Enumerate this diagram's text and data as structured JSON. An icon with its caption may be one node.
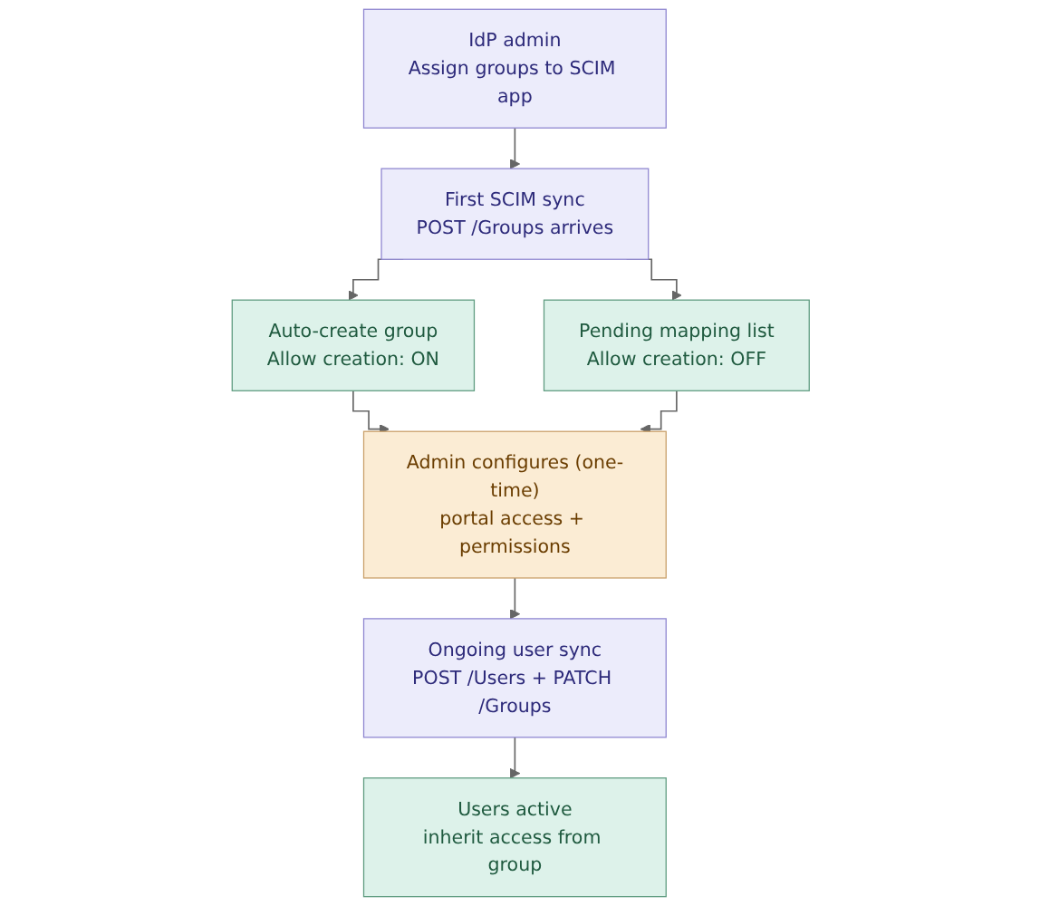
{
  "diagram": {
    "nodes": [
      {
        "text": [
          "IdP admin",
          "Assign groups to SCIM app"
        ]
      },
      {
        "text": [
          "First SCIM sync",
          "POST /Groups arrives"
        ]
      },
      {
        "text": [
          "Auto-create group",
          "Allow creation: ON"
        ]
      },
      {
        "text": [
          "Pending mapping list",
          "Allow creation: OFF"
        ]
      },
      {
        "text": [
          "Admin configures (one-time)",
          "portal access + permissions"
        ]
      },
      {
        "text": [
          "Ongoing user sync",
          "POST /Users + PATCH /Groups"
        ]
      },
      {
        "text": [
          "Users active",
          "inherit access from group"
        ]
      }
    ],
    "edges": [
      {
        "from": 0,
        "to": 1,
        "arrow": "to"
      },
      {
        "from": 1,
        "to": 2,
        "arrow": "to"
      },
      {
        "from": 1,
        "to": 3,
        "arrow": "to"
      },
      {
        "from": 2,
        "to": 4,
        "arrow": "to"
      },
      {
        "from": 3,
        "to": 4,
        "arrow": "to"
      },
      {
        "from": 4,
        "to": 5,
        "arrow": "to"
      },
      {
        "from": 5,
        "to": 6,
        "arrow": "to"
      }
    ]
  }
}
